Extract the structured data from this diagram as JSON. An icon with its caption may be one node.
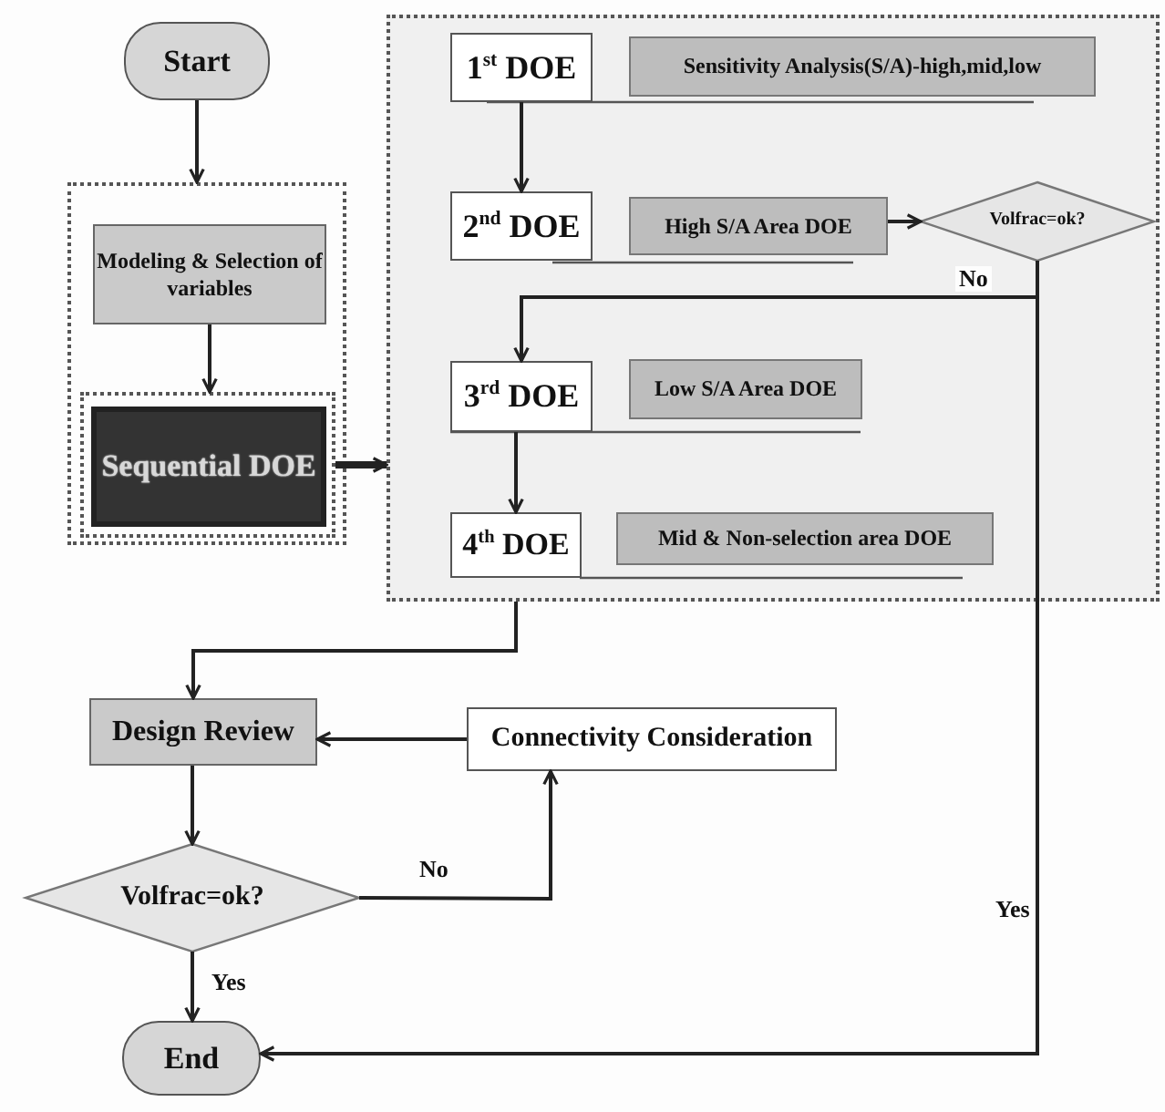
{
  "diagram": {
    "nodes": [
      {
        "text": [
          "Start"
        ]
      },
      {
        "text": [],
        "shape": "box"
      },
      {
        "text": [
          "Modeling & Selection of variables"
        ],
        "in": 1
      },
      {
        "text": [],
        "shape": "box",
        "in": 1
      },
      {
        "text": [
          "Sequential DOE"
        ],
        "in": 3
      },
      {
        "text": [],
        "shape": "box"
      },
      {
        "text": [
          "1$^{st}$ DOE"
        ],
        "in": 5
      },
      {
        "text": [
          "Sensitivity Analysis(S/A)-high,mid,low"
        ],
        "in": 5
      },
      {
        "text": [
          "2$^{nd}$ DOE"
        ],
        "in": 5
      },
      {
        "text": [
          "High S/A Area DOE"
        ],
        "in": 5
      },
      {
        "text": [
          "Volfrac=ok?"
        ],
        "in": 5
      },
      {
        "text": [
          "3$^{rd}$ DOE"
        ],
        "in": 5
      },
      {
        "text": [
          "Low S/A Area DOE"
        ],
        "in": 5
      },
      {
        "text": [
          "4$^{th}$ DOE"
        ],
        "in": 5
      },
      {
        "text": [
          "Mid & Non-selection area DOE"
        ],
        "in": 5
      },
      {
        "text": [
          "Design Review"
        ]
      },
      {
        "text": [
          "Connectivity Consideration"
        ]
      },
      {
        "text": [
          "Volfrac=ok?"
        ]
      },
      {
        "text": [
          "End"
        ]
      }
    ],
    "edges": [
      {
        "from": 0,
        "to": 1,
        "arrow": "to"
      },
      {
        "from": 2,
        "to": 3,
        "arrow": "to"
      },
      {
        "from": 3,
        "to": 5,
        "arrow": "to",
        "style": "thick"
      },
      {
        "from": 6,
        "to": 8,
        "arrow": "to"
      },
      {
        "from": 9,
        "to": 10,
        "arrow": "to"
      },
      {
        "from": 10,
        "to": 11,
        "arrow": "to",
        "label": "No"
      },
      {
        "from": 11,
        "to": 13,
        "arrow": "to"
      },
      {
        "from": 5,
        "to": 15,
        "arrow": "to"
      },
      {
        "from": 16,
        "to": 15,
        "arrow": "to"
      },
      {
        "from": 15,
        "to": 17,
        "arrow": "to"
      },
      {
        "from": 17,
        "to": 16,
        "arrow": "to",
        "label": "No"
      },
      {
        "from": 17,
        "to": 18,
        "arrow": "to",
        "label": "Yes"
      },
      {
        "from": 10,
        "to": 18,
        "arrow": "to",
        "label": "Yes"
      }
    ]
  }
}
